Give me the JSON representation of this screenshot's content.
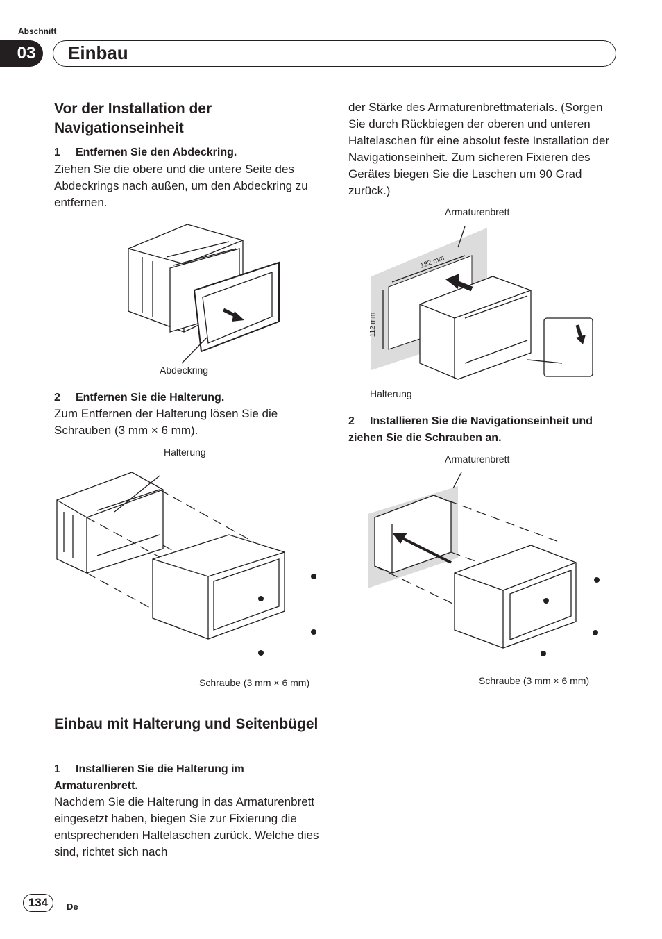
{
  "header": {
    "section_label": "Abschnitt",
    "section_number": "03",
    "section_title": "Einbau"
  },
  "left": {
    "heading1": "Vor der Installation der Navigationseinheit",
    "step1_num": "1",
    "step1_title": "Entfernen Sie den Abdeckring.",
    "step1_body": "Ziehen Sie die obere und die untere Seite des Abdeckrings nach außen, um den Abdeckring zu entfernen.",
    "fig1_caption": "Abdeckring",
    "step2_num": "2",
    "step2_title": "Entfernen Sie die Halterung.",
    "step2_body": "Zum Entfernen der Halterung lösen Sie die Schrauben (3 mm × 6 mm).",
    "fig2_caption_top": "Halterung",
    "fig2_caption_bottom": "Schraube (3 mm × 6 mm)",
    "heading2": "Einbau mit Halterung und Seitenbügel",
    "step3_num": "1",
    "step3_title": "Installieren Sie die Halterung im Armaturenbrett.",
    "step3_body": "Nachdem Sie die Halterung in das Armaturenbrett eingesetzt haben, biegen Sie zur Fixierung die entsprechenden Haltelaschen zurück. Welche dies sind, richtet sich nach"
  },
  "right": {
    "body_cont": "der Stärke des Armaturenbrettmaterials. (Sorgen Sie durch Rückbiegen der oberen und unteren Haltelaschen für eine absolut feste Installation der Navigationseinheit. Zum sicheren Fixieren des Gerätes biegen Sie die Laschen um 90 Grad zurück.)",
    "fig3_caption_top": "Armaturenbrett",
    "fig3_dim_width": "182 mm",
    "fig3_dim_height": "112 mm",
    "fig3_caption_bottom": "Halterung",
    "step4_num": "2",
    "step4_title": "Installieren Sie die Navigationseinheit und ziehen Sie die Schrauben an.",
    "fig4_caption_top": "Armaturenbrett",
    "fig4_caption_bottom": "Schraube (3 mm × 6 mm)"
  },
  "footer": {
    "page_number": "134",
    "language": "De"
  }
}
